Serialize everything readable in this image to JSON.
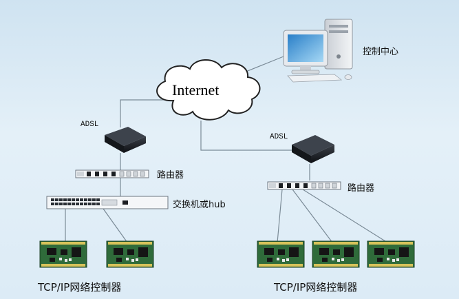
{
  "labels": {
    "internet": "Internet",
    "control_center": "控制中心",
    "adsl_left": "ADSL",
    "adsl_right": "ADSL",
    "router_left": "路由器",
    "router_right": "路由器",
    "switch": "交换机或hub",
    "controllers_left": "TCP/IP网络控制器",
    "controllers_right": "TCP/IP网络控制器"
  },
  "colors": {
    "line": "#7a8a96",
    "modem": "#15181d",
    "device_face": "#f2f4f6",
    "board": "#2f6b3a",
    "cloud_fill": "#ffffff",
    "cloud_stroke": "#222222"
  }
}
